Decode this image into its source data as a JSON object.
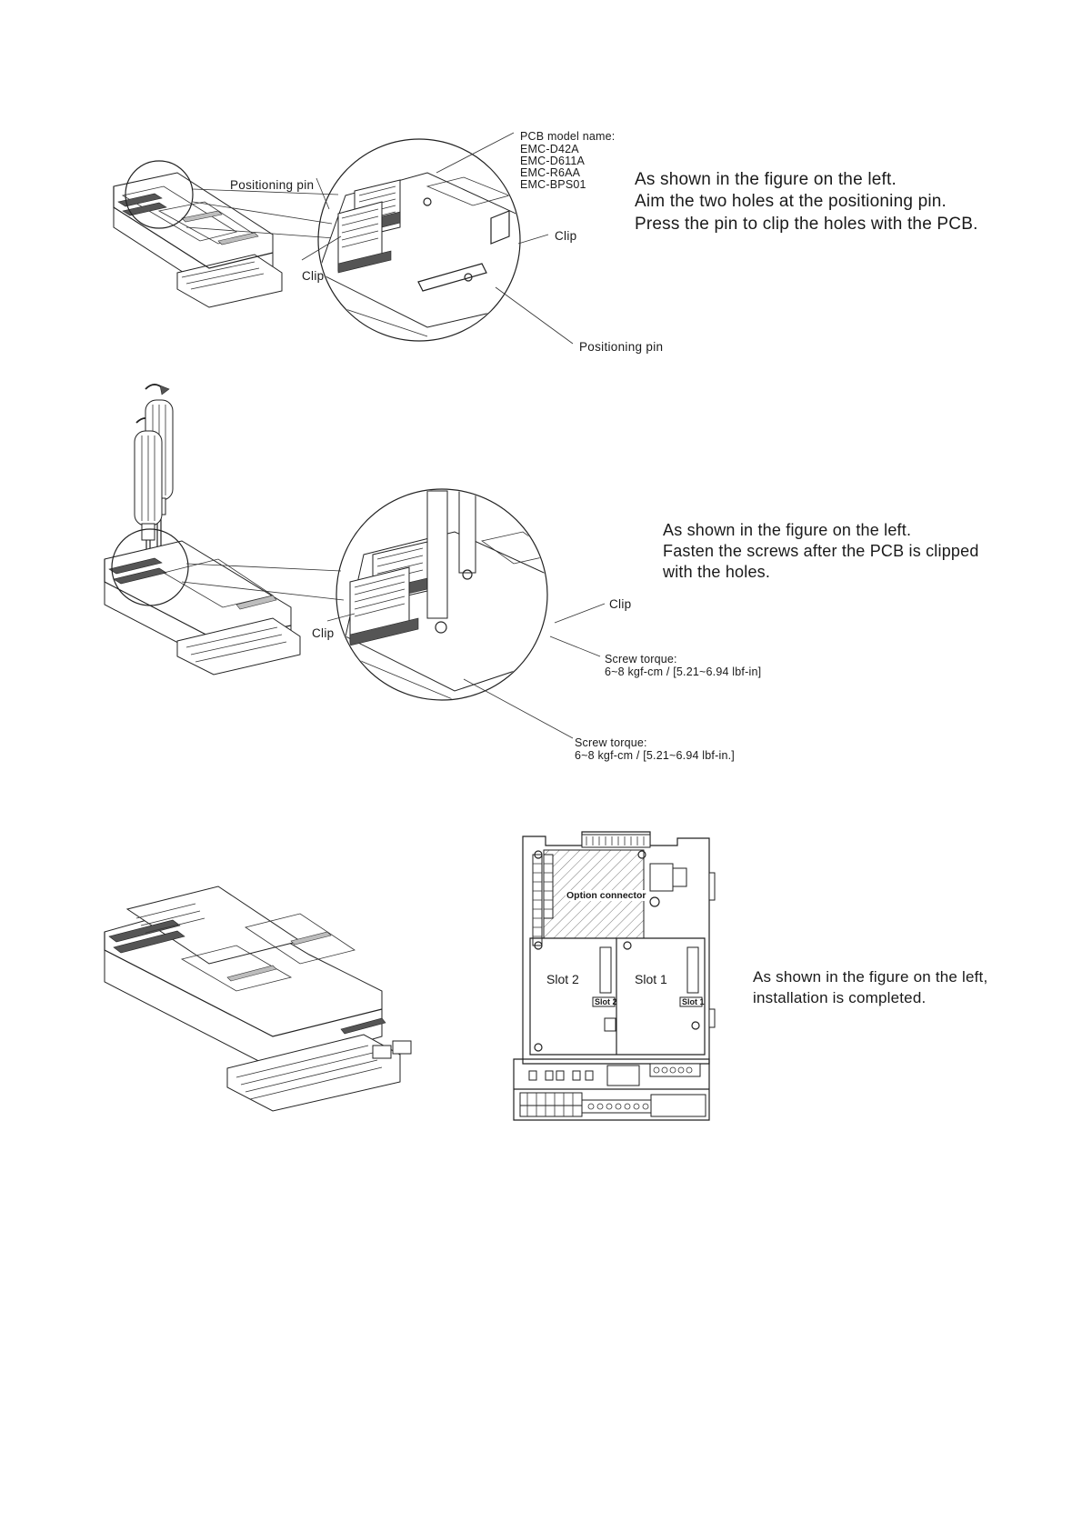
{
  "section1": {
    "pcb_label_title": "PCB model name:",
    "pcb_models": [
      "EMC-D42A",
      "EMC-D611A",
      "EMC-R6AA",
      "EMC-BPS01"
    ],
    "label_positioning_pin_left": "Positioning pin",
    "label_clip_left": "Clip",
    "label_clip_right": "Clip",
    "label_positioning_pin_bottom": "Positioning pin",
    "instructions": [
      "As shown in the figure on the left.",
      "Aim the two holes at the positioning pin.",
      "Press the pin to clip the holes with the PCB."
    ]
  },
  "section2": {
    "label_clip_right": "Clip",
    "label_clip_left": "Clip",
    "torque_inner_title": "Screw torque:",
    "torque_inner_value": "6~8 kgf-cm / [5.21~6.94 lbf-in]",
    "torque_outer_title": "Screw torque:",
    "torque_outer_value": "6~8 kgf-cm / [5.21~6.94 lbf-in.]",
    "instructions": [
      "As shown in the figure on the left.",
      "Fasten the screws after the PCB is clipped",
      "with the holes."
    ]
  },
  "section3": {
    "option_connector": "Option connector",
    "slot2": "Slot 2",
    "slot1": "Slot 1",
    "slot2_tag": "Slot 2",
    "slot1_tag": "Slot 1",
    "instructions": [
      "As shown in the figure on the left,",
      "installation is completed."
    ]
  }
}
